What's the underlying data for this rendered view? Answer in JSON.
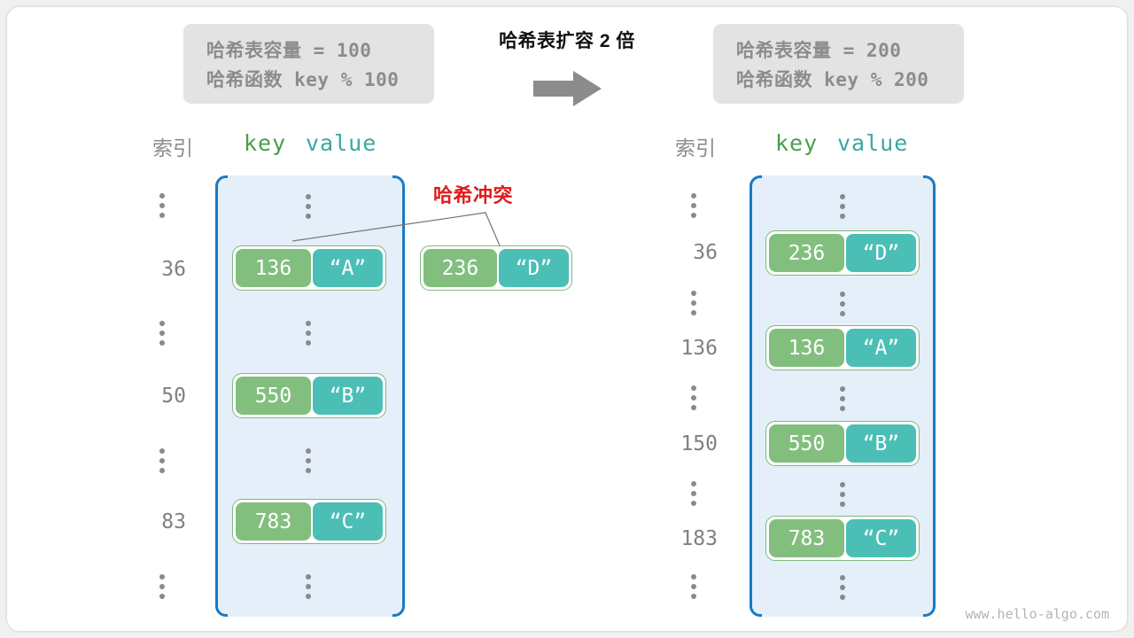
{
  "caption": {
    "center_title": "哈希表扩容 2 倍",
    "arrow_icon": "right-arrow-icon"
  },
  "info_left": {
    "line1": "哈希表容量 = 100",
    "line2": "哈希函数 key % 100"
  },
  "info_right": {
    "line1": "哈希表容量 = 200",
    "line2": "哈希函数 key % 200"
  },
  "headers": {
    "index": "索引",
    "key": "key",
    "value": "value"
  },
  "annotation": {
    "collision_label": "哈希冲突"
  },
  "left_table": {
    "rows": [
      {
        "index": "⋮",
        "type": "ellipsis"
      },
      {
        "index": "36",
        "type": "entry",
        "key": "136",
        "value": "“A”"
      },
      {
        "index": "⋮",
        "type": "ellipsis"
      },
      {
        "index": "50",
        "type": "entry",
        "key": "550",
        "value": "“B”"
      },
      {
        "index": "⋮",
        "type": "ellipsis"
      },
      {
        "index": "83",
        "type": "entry",
        "key": "783",
        "value": "“C”"
      },
      {
        "index": "⋮",
        "type": "ellipsis"
      }
    ]
  },
  "floating_pair": {
    "key": "236",
    "value": "“D”"
  },
  "right_table": {
    "rows": [
      {
        "index": "⋮",
        "type": "ellipsis"
      },
      {
        "index": "36",
        "type": "entry",
        "key": "236",
        "value": "“D”"
      },
      {
        "index": "⋮",
        "type": "ellipsis"
      },
      {
        "index": "136",
        "type": "entry",
        "key": "136",
        "value": "“A”"
      },
      {
        "index": "⋮",
        "type": "ellipsis"
      },
      {
        "index": "150",
        "type": "entry",
        "key": "550",
        "value": "“B”"
      },
      {
        "index": "⋮",
        "type": "ellipsis"
      },
      {
        "index": "183",
        "type": "entry",
        "key": "783",
        "value": "“C”"
      },
      {
        "index": "⋮",
        "type": "ellipsis"
      }
    ]
  },
  "watermark": "www.hello-algo.com",
  "colors": {
    "key_cell": "#82bf7f",
    "value_cell": "#4bbfb5",
    "pair_border": "#7fb97a",
    "bucket_fill": "#e4eff9",
    "bucket_border": "#1a7ac4",
    "collision_red": "#e01b1b",
    "info_box": "#e3e3e3",
    "header_key": "#4a9e4a",
    "header_value": "#3aa8a0"
  }
}
